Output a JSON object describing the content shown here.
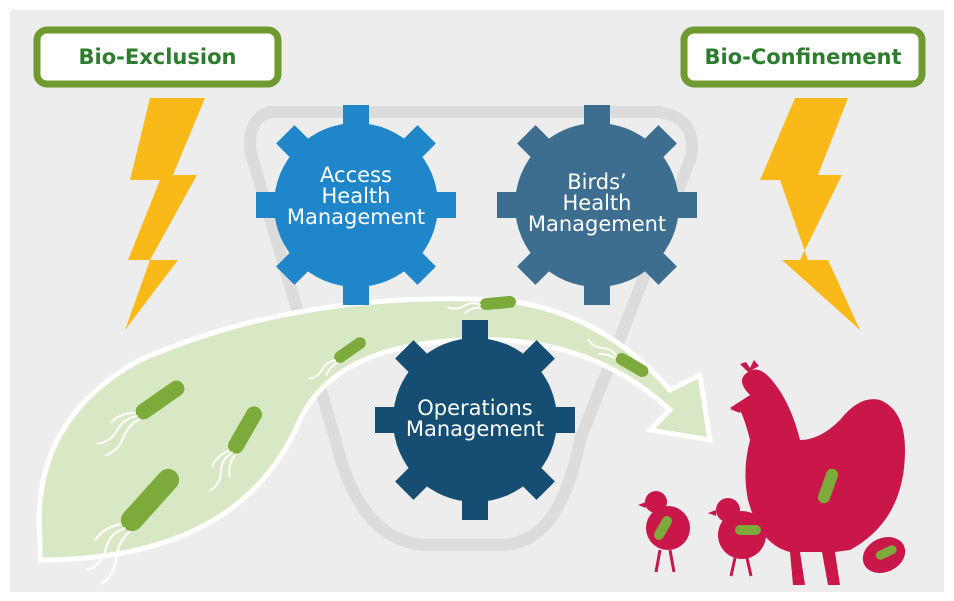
{
  "labels": {
    "bio_exclusion": "Bio-Exclusion",
    "bio_confinement": "Bio-Confinement"
  },
  "gears": {
    "access": [
      "Access",
      "Health",
      "Management"
    ],
    "birds": [
      "Birds’",
      "Health",
      "Management"
    ],
    "operations": [
      "Operations",
      "Management"
    ]
  },
  "colors": {
    "background": "#ededed",
    "box_border": "#6f9a2f",
    "box_text": "#2e7d2e",
    "lightning": "#f9b919",
    "gear_access": "#1f87c9",
    "gear_birds": "#3d6e8f",
    "gear_operations": "#154e72",
    "bacteria": "#7cab3b",
    "chicken": "#c9174a",
    "flow": "#d8e8c4"
  }
}
